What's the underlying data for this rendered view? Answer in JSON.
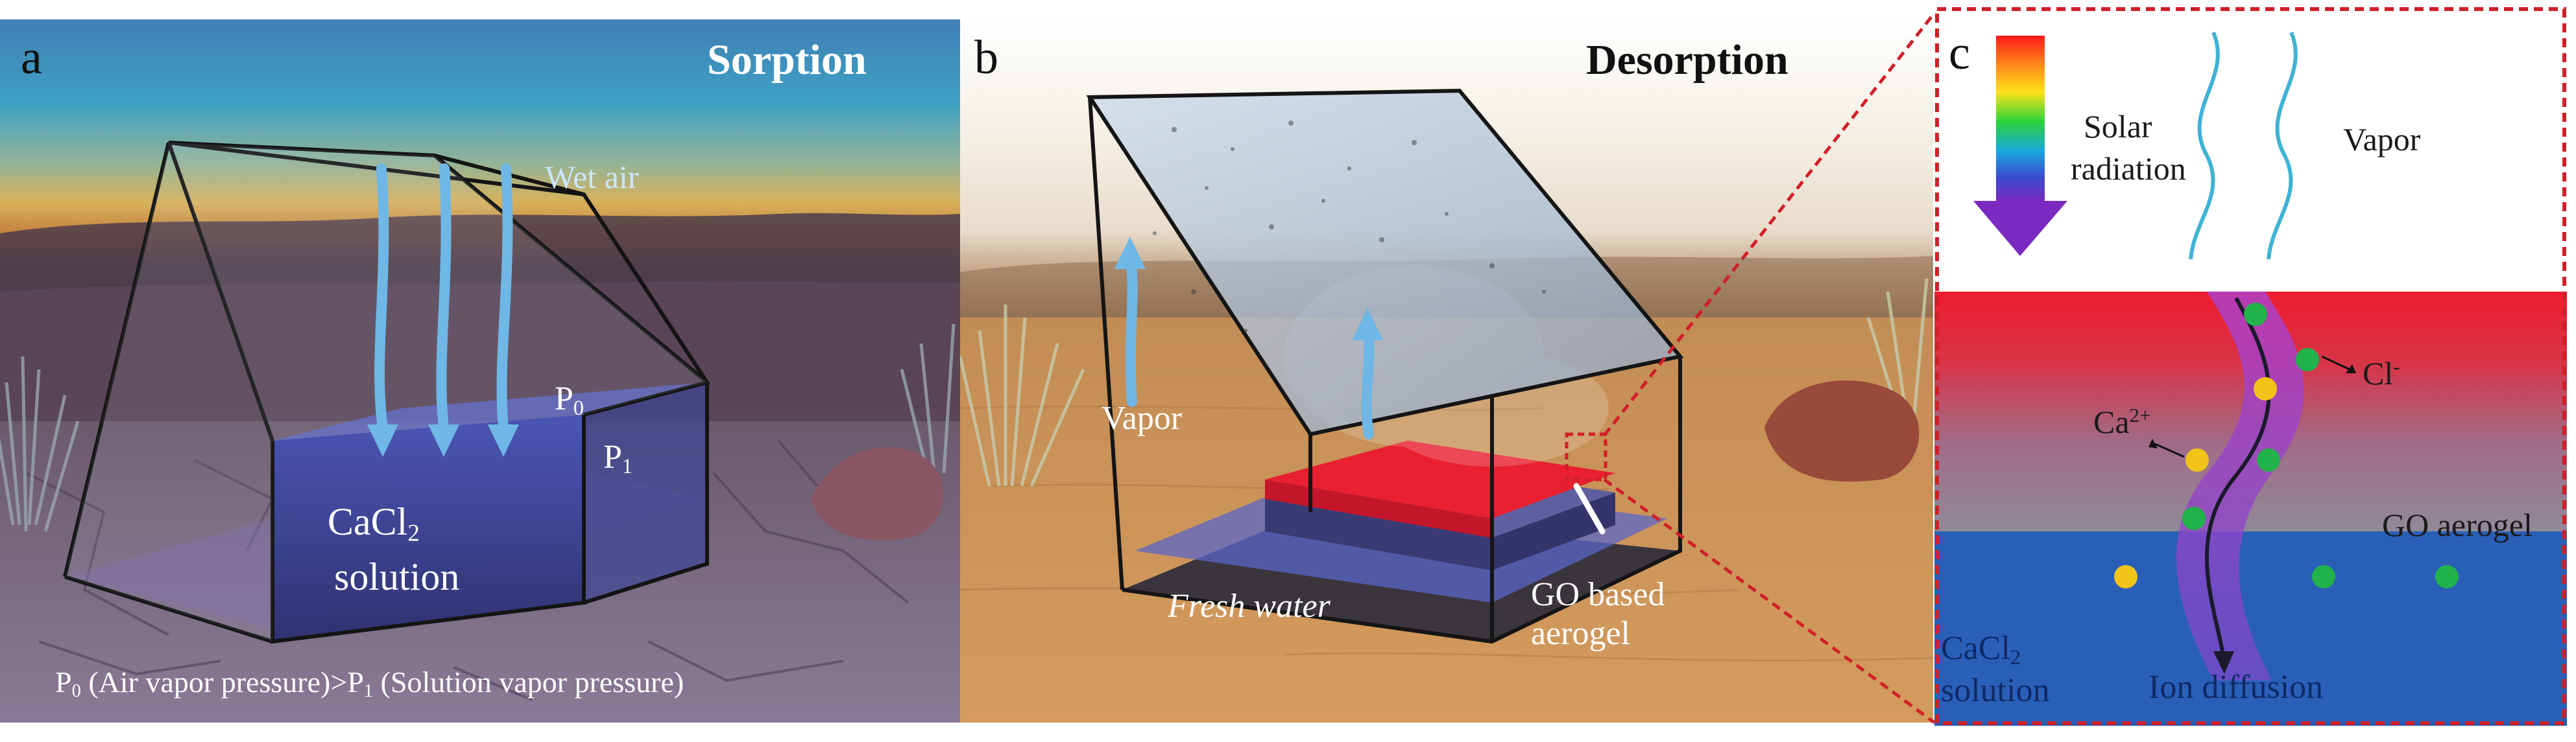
{
  "panel_a": {
    "letter": "a",
    "title": "Sorption",
    "wet_air": "Wet air",
    "p0": "P",
    "p0_sub": "0",
    "p1": "P",
    "p1_sub": "1",
    "cacl2_main": "CaCl",
    "cacl2_sub": "2",
    "solution": "solution",
    "caption_p0": "P",
    "caption_p0_sub": "0",
    "caption_mid": " (Air vapor pressure)>P",
    "caption_p1_sub": "1",
    "caption_end": " (Solution vapor pressure)"
  },
  "panel_b": {
    "letter": "b",
    "title": "Desorption",
    "vapor": "Vapor",
    "fresh_water": "Fresh water",
    "go_based_line1": "GO based",
    "go_based_line2": "aerogel"
  },
  "panel_c": {
    "letter": "c",
    "solar_line1": "Solar",
    "solar_line2": "radiation",
    "vapor": "Vapor",
    "cl_ion": "Cl",
    "cl_sup": "-",
    "ca_ion": "Ca",
    "ca_sup": "2+",
    "go_aerogel": "GO aerogel",
    "cacl2_main": "CaCl",
    "cacl2_sub": "2",
    "solution": "solution",
    "ion_diffusion": "Ion diffusion"
  },
  "colors": {
    "arrow_blue": "#6fb7e6",
    "red_layer": "#e8202f",
    "blue_layer": "#2a5fb8",
    "ca_ion": "#f2c41a",
    "cl_ion": "#21b24a",
    "dashed_red": "#d11f28"
  }
}
